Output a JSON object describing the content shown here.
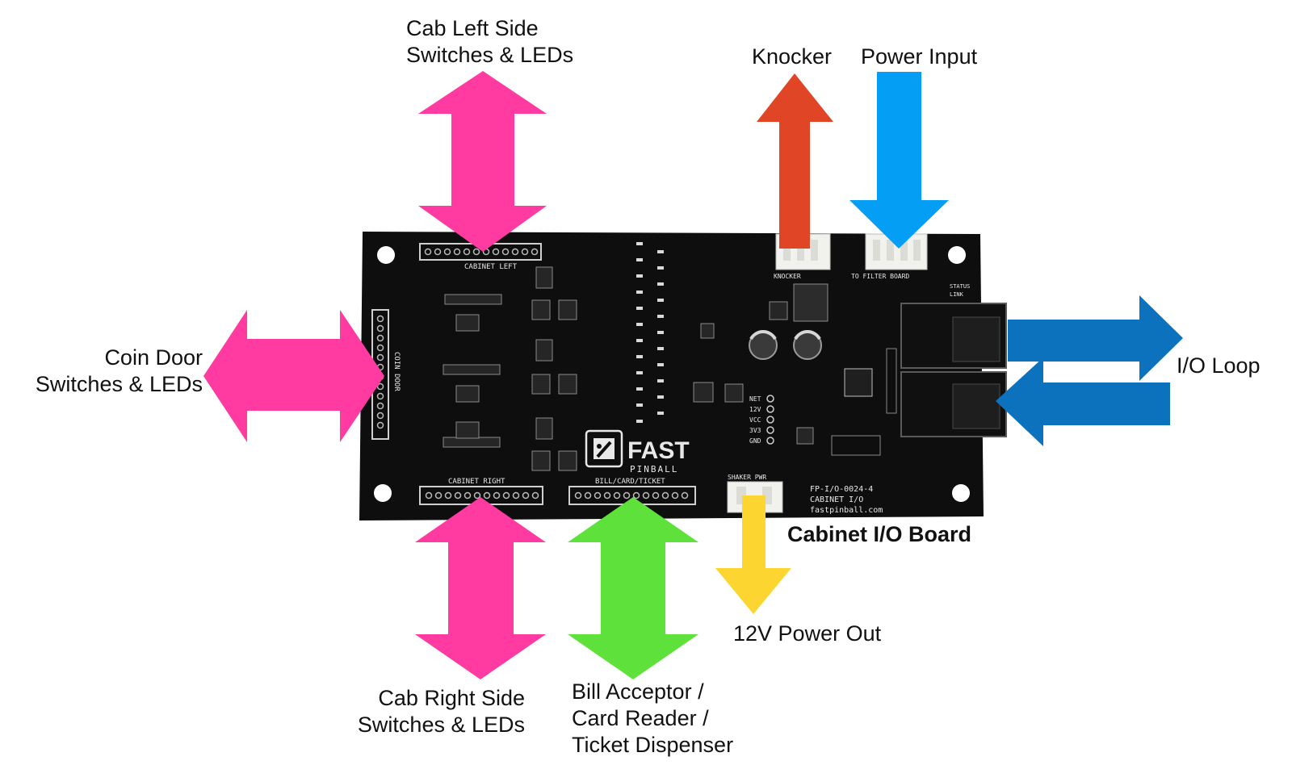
{
  "colors": {
    "pink": "#ff3aa0",
    "red": "#e04526",
    "blue_light": "#049ff5",
    "blue_dark": "#0d72bd",
    "green": "#5ee23b",
    "yellow": "#fdd531",
    "board": "#0e0e0e"
  },
  "labels": {
    "cab_left": [
      "Cab Left Side",
      "Switches & LEDs"
    ],
    "knocker": "Knocker",
    "power_input": "Power Input",
    "coin_door": [
      "Coin Door",
      "Switches & LEDs"
    ],
    "io_loop": "I/O Loop",
    "board_name": "Cabinet I/O Board",
    "power_out": "12V Power Out",
    "cab_right": [
      "Cab Right Side",
      "Switches & LEDs"
    ],
    "bill": [
      "Bill Acceptor /",
      "Card Reader /",
      "Ticket Dispenser"
    ]
  },
  "board": {
    "logo": "FAST",
    "logo_sub": "PINBALL",
    "silk_cabinet_left": "CABINET LEFT",
    "silk_cabinet_right": "CABINET RIGHT",
    "silk_bill": "BILL/CARD/TICKET",
    "silk_knocker": "KNOCKER",
    "silk_filter": "TO FILTER BOARD",
    "silk_shaker": "SHAKER PWR",
    "silk_coin": "COIN DOOR",
    "silk_part": "FP-I/O-0024-4",
    "silk_desc": "CABINET I/O",
    "silk_url": "fastpinball.com",
    "silk_status": "STATUS",
    "silk_link": "LINK",
    "silk_net": "NET",
    "silk_12v": "12V",
    "silk_vcc": "VCC",
    "silk_3v3": "3V3",
    "silk_gnd": "GND"
  }
}
